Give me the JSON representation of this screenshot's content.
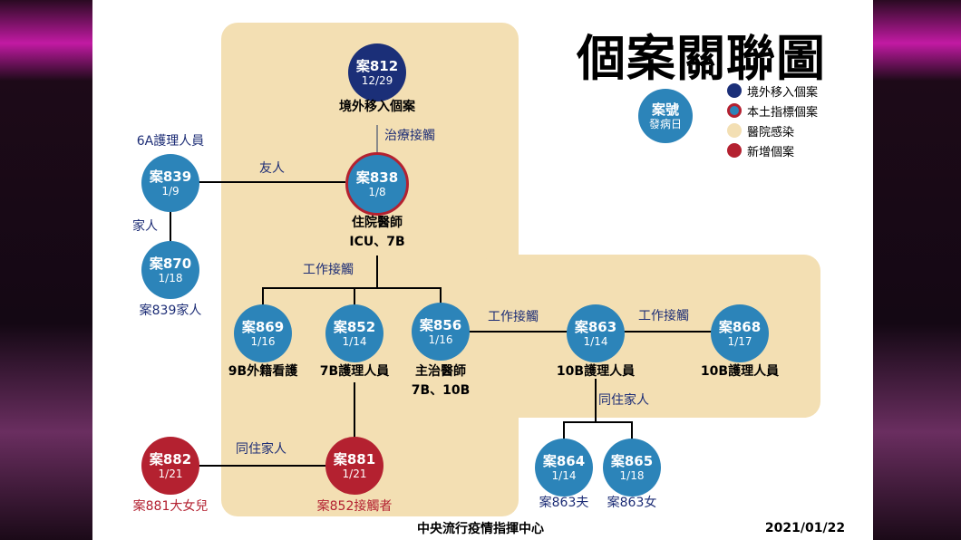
{
  "title": "個案關聯圖",
  "footer": {
    "center": "中央流行疫情指揮中心",
    "date": "2021/01/22"
  },
  "legend": {
    "sample_case": "案號",
    "sample_date": "發病日",
    "items": [
      {
        "label": "境外移入個案",
        "color": "#1b2f78"
      },
      {
        "label": "本土指標個案",
        "color": "#2c84b9"
      },
      {
        "label": "醫院感染",
        "color": "#f3dfb3"
      },
      {
        "label": "新增個案",
        "color": "#b42130"
      }
    ]
  },
  "colors": {
    "blue": "#2c84b9",
    "navy": "#1b2f78",
    "red": "#b42130",
    "hospital": "#f3dfb3"
  },
  "nodes": {
    "c812": {
      "id": "案812",
      "date": "12/29",
      "label": "境外移入個案"
    },
    "c838": {
      "id": "案838",
      "date": "1/8",
      "label1": "住院醫師",
      "label2": "ICU、7B"
    },
    "c839": {
      "id": "案839",
      "date": "1/9",
      "label": "6A護理人員"
    },
    "c870": {
      "id": "案870",
      "date": "1/18",
      "label": "案839家人"
    },
    "c869": {
      "id": "案869",
      "date": "1/16",
      "label": "9B外籍看護"
    },
    "c852": {
      "id": "案852",
      "date": "1/14",
      "label": "7B護理人員"
    },
    "c856": {
      "id": "案856",
      "date": "1/16",
      "label1": "主治醫師",
      "label2": "7B、10B"
    },
    "c863": {
      "id": "案863",
      "date": "1/14",
      "label": "10B護理人員"
    },
    "c868": {
      "id": "案868",
      "date": "1/17",
      "label": "10B護理人員"
    },
    "c864": {
      "id": "案864",
      "date": "1/14",
      "label": "案863夫"
    },
    "c865": {
      "id": "案865",
      "date": "1/18",
      "label": "案863女"
    },
    "c882": {
      "id": "案882",
      "date": "1/21",
      "label": "案881大女兒"
    },
    "c881": {
      "id": "案881",
      "date": "1/21",
      "label": "案852接觸者"
    }
  },
  "edges": {
    "treatment": "治療接觸",
    "friend": "友人",
    "family": "家人",
    "work1": "工作接觸",
    "work2": "工作接觸",
    "work3": "工作接觸",
    "cohabit1": "同住家人",
    "cohabit2": "同住家人"
  }
}
